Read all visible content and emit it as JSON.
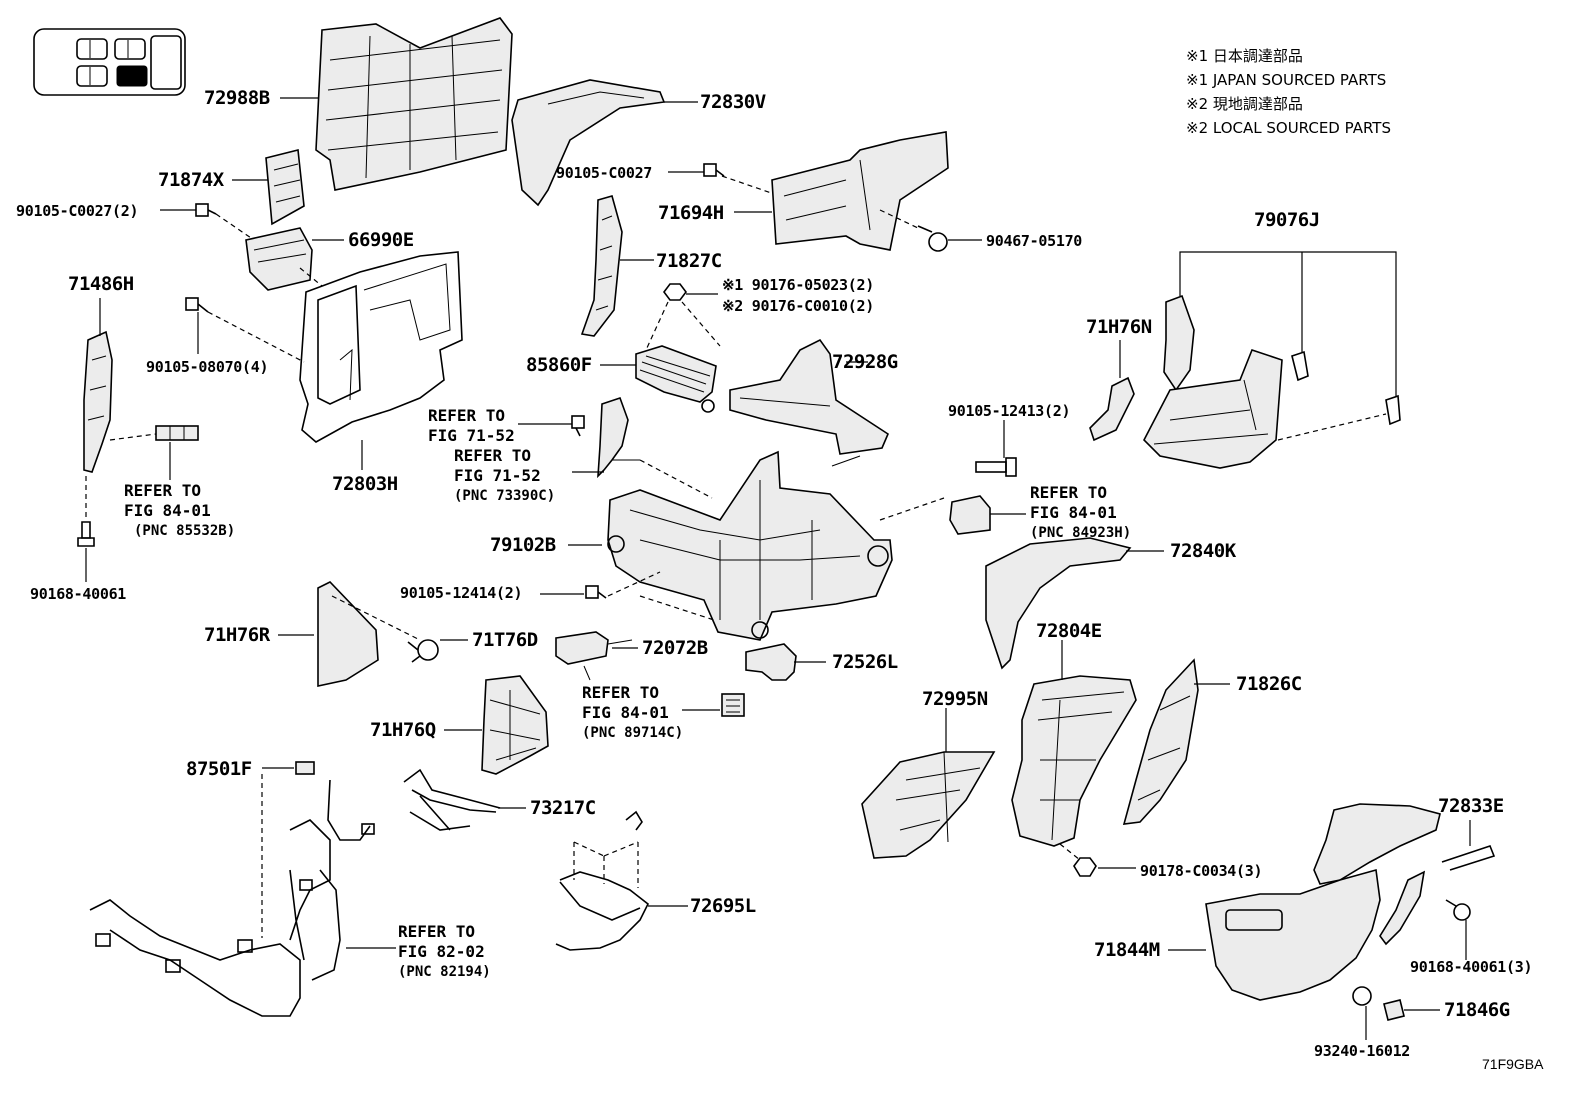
{
  "notes": [
    "※1 日本調達部品",
    "※1 JAPAN SOURCED PARTS",
    "※2 現地調達部品",
    "※2 LOCAL SOURCED PARTS"
  ],
  "figure_code": "71F9GBA",
  "labels": [
    {
      "id": "72988B",
      "text": "72988B",
      "size": "big"
    },
    {
      "id": "72830V",
      "text": "72830V",
      "size": "big"
    },
    {
      "id": "71874X",
      "text": "71874X",
      "size": "big"
    },
    {
      "id": "90105-C0027-2",
      "text": "90105-C0027(2)",
      "size": "med"
    },
    {
      "id": "90105-C0027",
      "text": "90105-C0027",
      "size": "med"
    },
    {
      "id": "71694H",
      "text": "71694H",
      "size": "big"
    },
    {
      "id": "90467-05170",
      "text": "90467-05170",
      "size": "med"
    },
    {
      "id": "66990E",
      "text": "66990E",
      "size": "big"
    },
    {
      "id": "79076J",
      "text": "79076J",
      "size": "big"
    },
    {
      "id": "71827C",
      "text": "71827C",
      "size": "big"
    },
    {
      "id": "71486H",
      "text": "71486H",
      "size": "big"
    },
    {
      "id": "90176-05023",
      "text": "※1 90176-05023(2)",
      "size": "med"
    },
    {
      "id": "90176-C0010",
      "text": "※2 90176-C0010(2)",
      "size": "med"
    },
    {
      "id": "71H76N",
      "text": "71H76N",
      "size": "big"
    },
    {
      "id": "90105-08070",
      "text": "90105-08070(4)",
      "size": "med"
    },
    {
      "id": "85860F",
      "text": "85860F",
      "size": "big"
    },
    {
      "id": "72928G",
      "text": "72928G",
      "size": "big"
    },
    {
      "id": "90105-12413",
      "text": "90105-12413(2)",
      "size": "med"
    },
    {
      "id": "72803H",
      "text": "72803H",
      "size": "big"
    },
    {
      "id": "79102B",
      "text": "79102B",
      "size": "big"
    },
    {
      "id": "72840K",
      "text": "72840K",
      "size": "big"
    },
    {
      "id": "90105-12414",
      "text": "90105-12414(2)",
      "size": "med"
    },
    {
      "id": "90168-40061-a",
      "text": "90168-40061",
      "size": "med"
    },
    {
      "id": "71H76R",
      "text": "71H76R",
      "size": "big"
    },
    {
      "id": "71T76D",
      "text": "71T76D",
      "size": "big"
    },
    {
      "id": "72072B",
      "text": "72072B",
      "size": "big"
    },
    {
      "id": "72804E",
      "text": "72804E",
      "size": "big"
    },
    {
      "id": "72526L",
      "text": "72526L",
      "size": "big"
    },
    {
      "id": "72995N",
      "text": "72995N",
      "size": "big"
    },
    {
      "id": "71826C",
      "text": "71826C",
      "size": "big"
    },
    {
      "id": "71H76Q",
      "text": "71H76Q",
      "size": "big"
    },
    {
      "id": "87501F",
      "text": "87501F",
      "size": "big"
    },
    {
      "id": "73217C",
      "text": "73217C",
      "size": "big"
    },
    {
      "id": "72833E",
      "text": "72833E",
      "size": "big"
    },
    {
      "id": "90178-C0034",
      "text": "90178-C0034(3)",
      "size": "med"
    },
    {
      "id": "72695L",
      "text": "72695L",
      "size": "big"
    },
    {
      "id": "71844M",
      "text": "71844M",
      "size": "big"
    },
    {
      "id": "90168-40061-b",
      "text": "90168-40061(3)",
      "size": "med"
    },
    {
      "id": "71846G",
      "text": "71846G",
      "size": "big"
    },
    {
      "id": "93240-16012",
      "text": "93240-16012",
      "size": "med"
    }
  ],
  "refs": [
    {
      "id": "ref-71-52-a",
      "line1": "REFER TO",
      "line2": "FIG 71-52",
      "pnc": ""
    },
    {
      "id": "ref-71-52-b",
      "line1": "REFER TO",
      "line2": "FIG 71-52",
      "pnc": "(PNC 73390C)"
    },
    {
      "id": "ref-84-01-a",
      "line1": "REFER TO",
      "line2": "FIG 84-01",
      "pnc": "(PNC 85532B)"
    },
    {
      "id": "ref-84-01-b",
      "line1": "REFER TO",
      "line2": "FIG 84-01",
      "pnc": "(PNC 84923H)"
    },
    {
      "id": "ref-84-01-c",
      "line1": "REFER TO",
      "line2": "FIG 84-01",
      "pnc": "(PNC 89714C)"
    },
    {
      "id": "ref-82-02",
      "line1": "REFER TO",
      "line2": "FIG 82-02",
      "pnc": "(PNC 82194)"
    }
  ]
}
